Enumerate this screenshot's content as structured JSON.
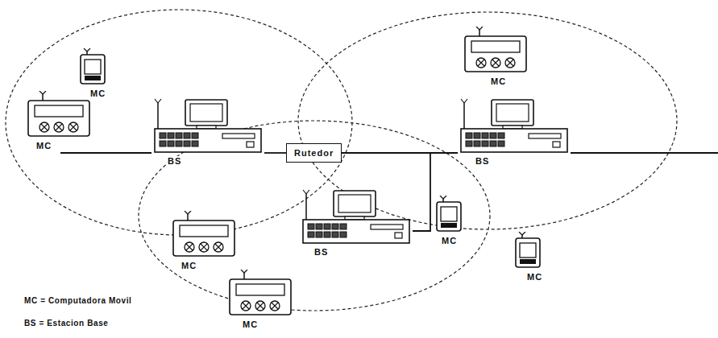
{
  "diagram": {
    "nodes": [
      {
        "text": [
          "MC"
        ]
      },
      {
        "text": [
          "MC"
        ]
      },
      {
        "text": [
          "BS"
        ]
      },
      {
        "text": [
          "MC"
        ]
      },
      {
        "text": [
          "BS"
        ]
      },
      {
        "text": [
          "Rutedor"
        ]
      },
      {
        "text": [
          "BS"
        ]
      },
      {
        "text": [
          "MC"
        ]
      },
      {
        "text": [
          "MC"
        ]
      },
      {
        "text": [
          "MC"
        ]
      },
      {
        "text": [
          "MC"
        ]
      }
    ],
    "edges": [
      {
        "from": 5,
        "to": 4,
        "arrow": "none"
      },
      {
        "from": 5,
        "to": 2,
        "arrow": "none"
      },
      {
        "from": 5,
        "to": 6,
        "arrow": "none"
      }
    ],
    "labels": [
      "MC = Computadora Movil",
      "BS = Estacion Base"
    ]
  }
}
